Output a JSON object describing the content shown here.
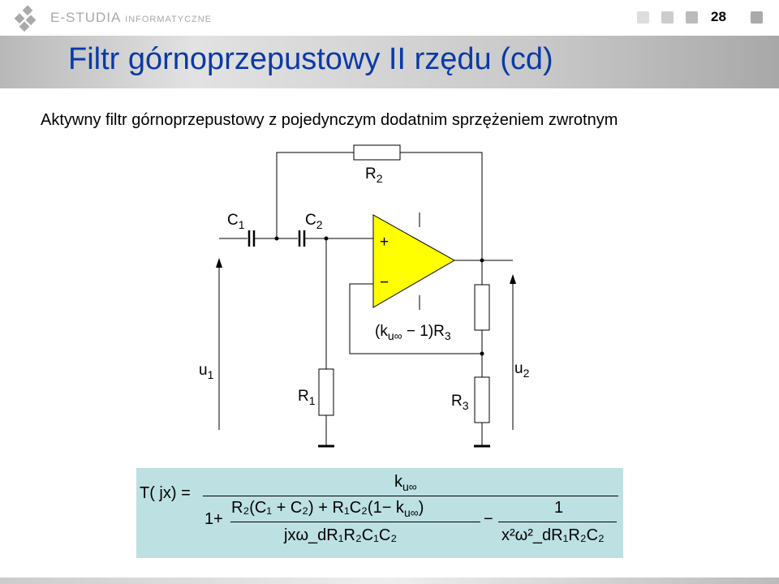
{
  "header": {
    "logo_main": "E-STUDIA",
    "logo_sub": "INFORMATYCZNE",
    "page_number": "28"
  },
  "title": "Filtr górnoprzepustowy II rzędu (cd)",
  "subtitle": "Aktywny filtr górnoprzepustowy z pojedynczym dodatnim sprzężeniem zwrotnym",
  "circuit": {
    "R2": "R",
    "R2_sub": "2",
    "C1": "C",
    "C1_sub": "1",
    "C2": "C",
    "C2_sub": "2",
    "plus": "+",
    "minus": "−",
    "R3_top": "(k",
    "R3_top_sub": "u∞",
    "R3_top_rest": " − 1)R",
    "R3_top_sub2": "3",
    "u1": "u",
    "u1_sub": "1",
    "u2": "u",
    "u2_sub": "2",
    "R1": "R",
    "R1_sub": "1",
    "R3": "R",
    "R3_sub": "3"
  },
  "formula": {
    "lhs": "T( jx) =",
    "numerator": "k",
    "numerator_sub": "u∞",
    "one_plus": "1+",
    "inner_num": "R₂(C₁ + C₂) + R₁C₂(1− k",
    "inner_num_sub": "u∞",
    "inner_num_end": ")",
    "inner_den": "jxω_dR₁R₂C₁C₂",
    "minus": "−",
    "frac2_num": "1",
    "frac2_den": "x²ω²_dR₁R₂C₂"
  },
  "colors": {
    "title": "#0b3aa6",
    "opamp": "#ffff00",
    "formula_bg": "#bde0e3"
  }
}
